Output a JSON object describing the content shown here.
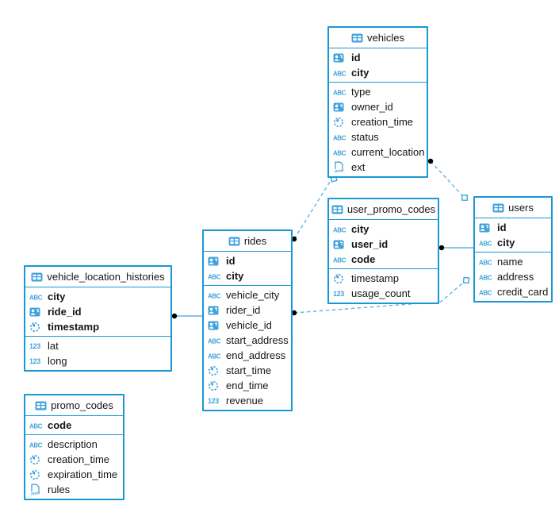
{
  "diagram": {
    "colors": {
      "accent": "#1a97d5",
      "icon": "#41a3da",
      "connector": "#63b4e3",
      "dot": "#000000",
      "text": "#151515"
    },
    "tables": [
      {
        "name": "vehicles",
        "title": "vehicles",
        "key_fields": [
          {
            "name": "id",
            "type": "uuid"
          },
          {
            "name": "city",
            "type": "text"
          }
        ],
        "fields": [
          {
            "name": "type",
            "type": "text"
          },
          {
            "name": "owner_id",
            "type": "uuid"
          },
          {
            "name": "creation_time",
            "type": "time"
          },
          {
            "name": "status",
            "type": "text"
          },
          {
            "name": "current_location",
            "type": "text"
          },
          {
            "name": "ext",
            "type": "json"
          }
        ]
      },
      {
        "name": "user_promo_codes",
        "title": "user_promo_codes",
        "key_fields": [
          {
            "name": "city",
            "type": "text"
          },
          {
            "name": "user_id",
            "type": "uuid"
          },
          {
            "name": "code",
            "type": "text"
          }
        ],
        "fields": [
          {
            "name": "timestamp",
            "type": "time"
          },
          {
            "name": "usage_count",
            "type": "number"
          }
        ]
      },
      {
        "name": "users",
        "title": "users",
        "key_fields": [
          {
            "name": "id",
            "type": "uuid"
          },
          {
            "name": "city",
            "type": "text"
          }
        ],
        "fields": [
          {
            "name": "name",
            "type": "text"
          },
          {
            "name": "address",
            "type": "text"
          },
          {
            "name": "credit_card",
            "type": "text"
          }
        ]
      },
      {
        "name": "rides",
        "title": "rides",
        "key_fields": [
          {
            "name": "id",
            "type": "uuid"
          },
          {
            "name": "city",
            "type": "text"
          }
        ],
        "fields": [
          {
            "name": "vehicle_city",
            "type": "text"
          },
          {
            "name": "rider_id",
            "type": "uuid"
          },
          {
            "name": "vehicle_id",
            "type": "uuid"
          },
          {
            "name": "start_address",
            "type": "text"
          },
          {
            "name": "end_address",
            "type": "text"
          },
          {
            "name": "start_time",
            "type": "time"
          },
          {
            "name": "end_time",
            "type": "time"
          },
          {
            "name": "revenue",
            "type": "number"
          }
        ]
      },
      {
        "name": "vehicle_location_histories",
        "title": "vehicle_location_histories",
        "key_fields": [
          {
            "name": "city",
            "type": "text"
          },
          {
            "name": "ride_id",
            "type": "uuid"
          },
          {
            "name": "timestamp",
            "type": "time"
          }
        ],
        "fields": [
          {
            "name": "lat",
            "type": "number"
          },
          {
            "name": "long",
            "type": "number"
          }
        ]
      },
      {
        "name": "promo_codes",
        "title": "promo_codes",
        "key_fields": [
          {
            "name": "code",
            "type": "text"
          }
        ],
        "fields": [
          {
            "name": "description",
            "type": "text"
          },
          {
            "name": "creation_time",
            "type": "time"
          },
          {
            "name": "expiration_time",
            "type": "time"
          },
          {
            "name": "rules",
            "type": "json"
          }
        ]
      }
    ],
    "relationships": [
      {
        "from": "vehicle_location_histories",
        "to": "rides",
        "style": "solid",
        "from_marker": "dot",
        "to_marker": "none"
      },
      {
        "from": "user_promo_codes",
        "to": "users",
        "style": "solid",
        "from_marker": "dot",
        "to_marker": "none"
      },
      {
        "from": "rides",
        "to": "vehicles",
        "style": "dashed",
        "from_marker": "dot",
        "to_marker": "diamond"
      },
      {
        "from": "rides",
        "to": "users",
        "style": "dashed",
        "from_marker": "dot",
        "to_marker": "diamond"
      },
      {
        "from": "vehicles",
        "to": "users",
        "style": "dashed",
        "from_marker": "dot",
        "to_marker": "diamond"
      }
    ]
  }
}
